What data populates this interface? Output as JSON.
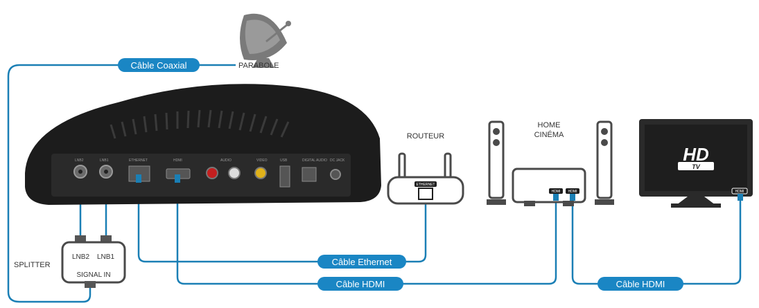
{
  "colors": {
    "cable": "#1a7fb5",
    "pill": "#1a86c4",
    "device_dark": "#1e1e1e",
    "outline": "#4a4a4a"
  },
  "labels": {
    "parabole": "PARABOLE",
    "routeur": "ROUTEUR",
    "home_cinema_line1": "HOME",
    "home_cinema_line2": "CINÉMA",
    "splitter": "SPLITTER",
    "lnb2": "LNB2",
    "lnb1": "LNB1",
    "signal_in": "SIGNAL IN",
    "ethernet_port": "ETHERNET",
    "hdmi_port": "HDMI",
    "hd": "HD",
    "tv": "TV"
  },
  "cables": {
    "coaxial": "Câble Coaxial",
    "ethernet": "Câble Ethernet",
    "hdmi_1": "Câble HDMI",
    "hdmi_2": "Câble HDMI"
  },
  "box_ports": [
    "LNB1",
    "LNB2",
    "ETHERNET",
    "HDMI",
    "AUDIO",
    "VIDEO",
    "USB",
    "DIGITAL AUDIO",
    "DC JACK"
  ],
  "icons": [
    "satellite-dish-icon",
    "router-icon",
    "speaker-icon",
    "tv-icon",
    "splitter-icon"
  ]
}
